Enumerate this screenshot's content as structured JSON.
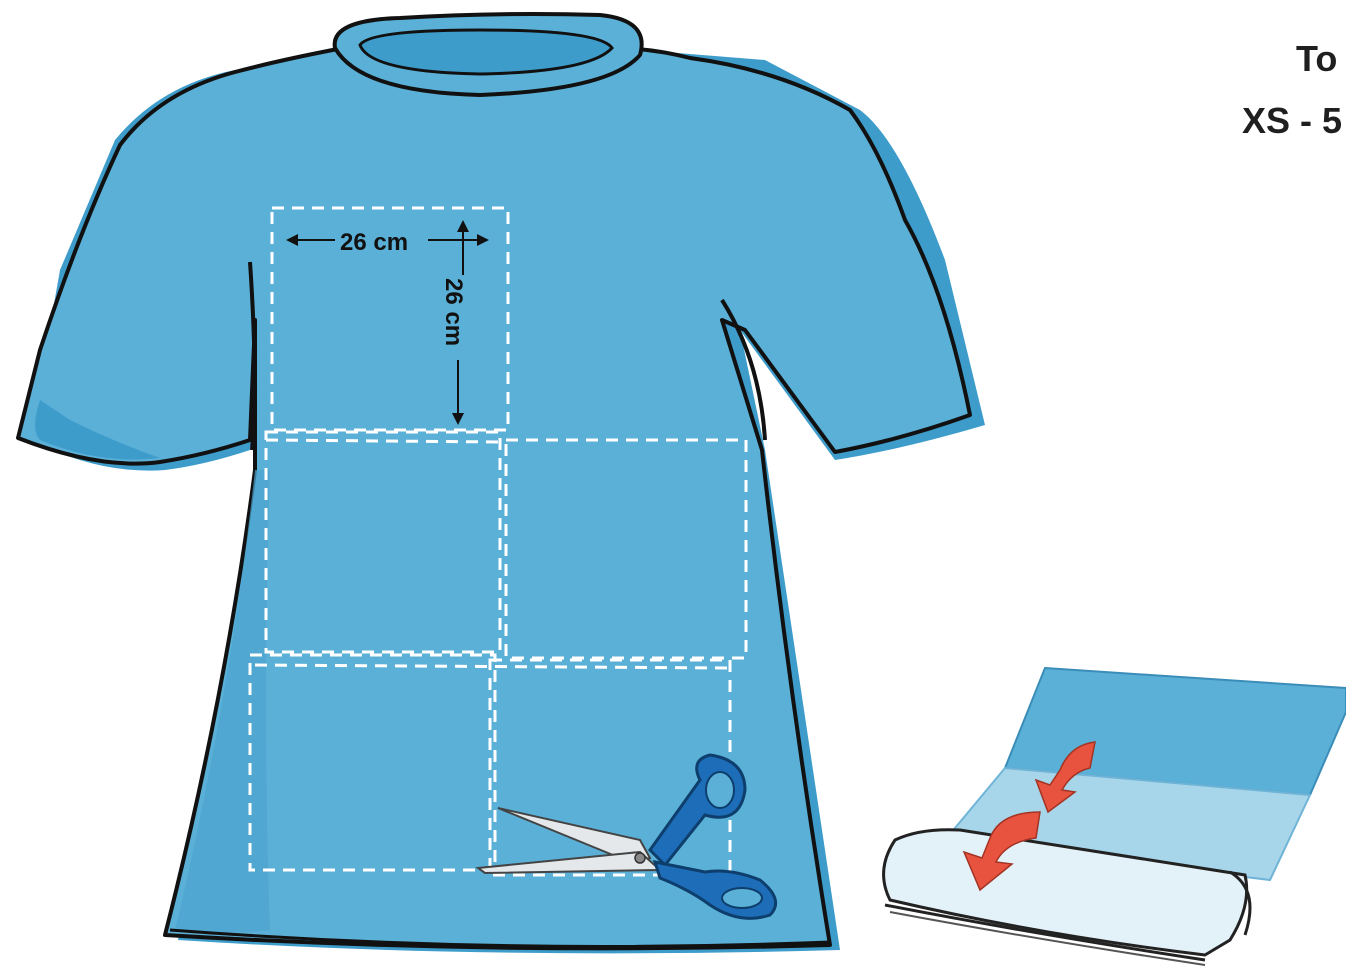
{
  "captions": {
    "line1": "To",
    "line2": "XS - 5"
  },
  "measurements": {
    "width_label": "26 cm",
    "height_label": "26 cm"
  },
  "colors": {
    "shirt_fill": "#5BB0D7",
    "shirt_shadow": "#3E9CCB",
    "outline": "#111111",
    "dashed_lines": "#FFFFFF",
    "scissors_handle": "#1E6DB8",
    "blade": "#E4E8EA",
    "arrow": "#E8533F",
    "towel_top": "#5BB0D7",
    "towel_mid": "#A7D5EA",
    "towel_bottom": "#E3F1F8"
  },
  "icons": [
    "t-shirt",
    "scissors-icon",
    "folded-cloth",
    "fold-arrow-icon"
  ]
}
